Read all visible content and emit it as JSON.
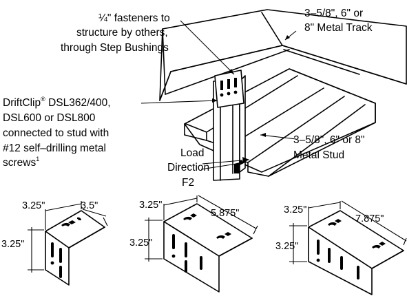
{
  "callouts": {
    "fasteners": [
      "¼\" fasteners to",
      "structure by others,",
      "through Step Bushings"
    ],
    "track": [
      "3–5/8\", 6\" or",
      "8\" Metal Track"
    ],
    "driftclip": {
      "line1_brand": "DriftClip",
      "line1_reg": "®",
      "line1_rest": " DSL362/400,",
      "line2": "DSL600 or DSL800",
      "line3": "connected to stud with",
      "line4": "#12 self–drilling metal",
      "line5": "screws",
      "line5_sup": "1"
    },
    "stud": [
      "3–5/8\", 6\" or 8\"",
      "Metal Stud"
    ],
    "load": [
      "Load",
      "Direction",
      "F2"
    ]
  },
  "clips": [
    {
      "width": "3.25\"",
      "height": "3.25\"",
      "length": "3.5\""
    },
    {
      "width": "3.25\"",
      "height": "3.25\"",
      "length": "5.875\""
    },
    {
      "width": "3.25\"",
      "height": "3.25\"",
      "length": "7.875\""
    }
  ]
}
